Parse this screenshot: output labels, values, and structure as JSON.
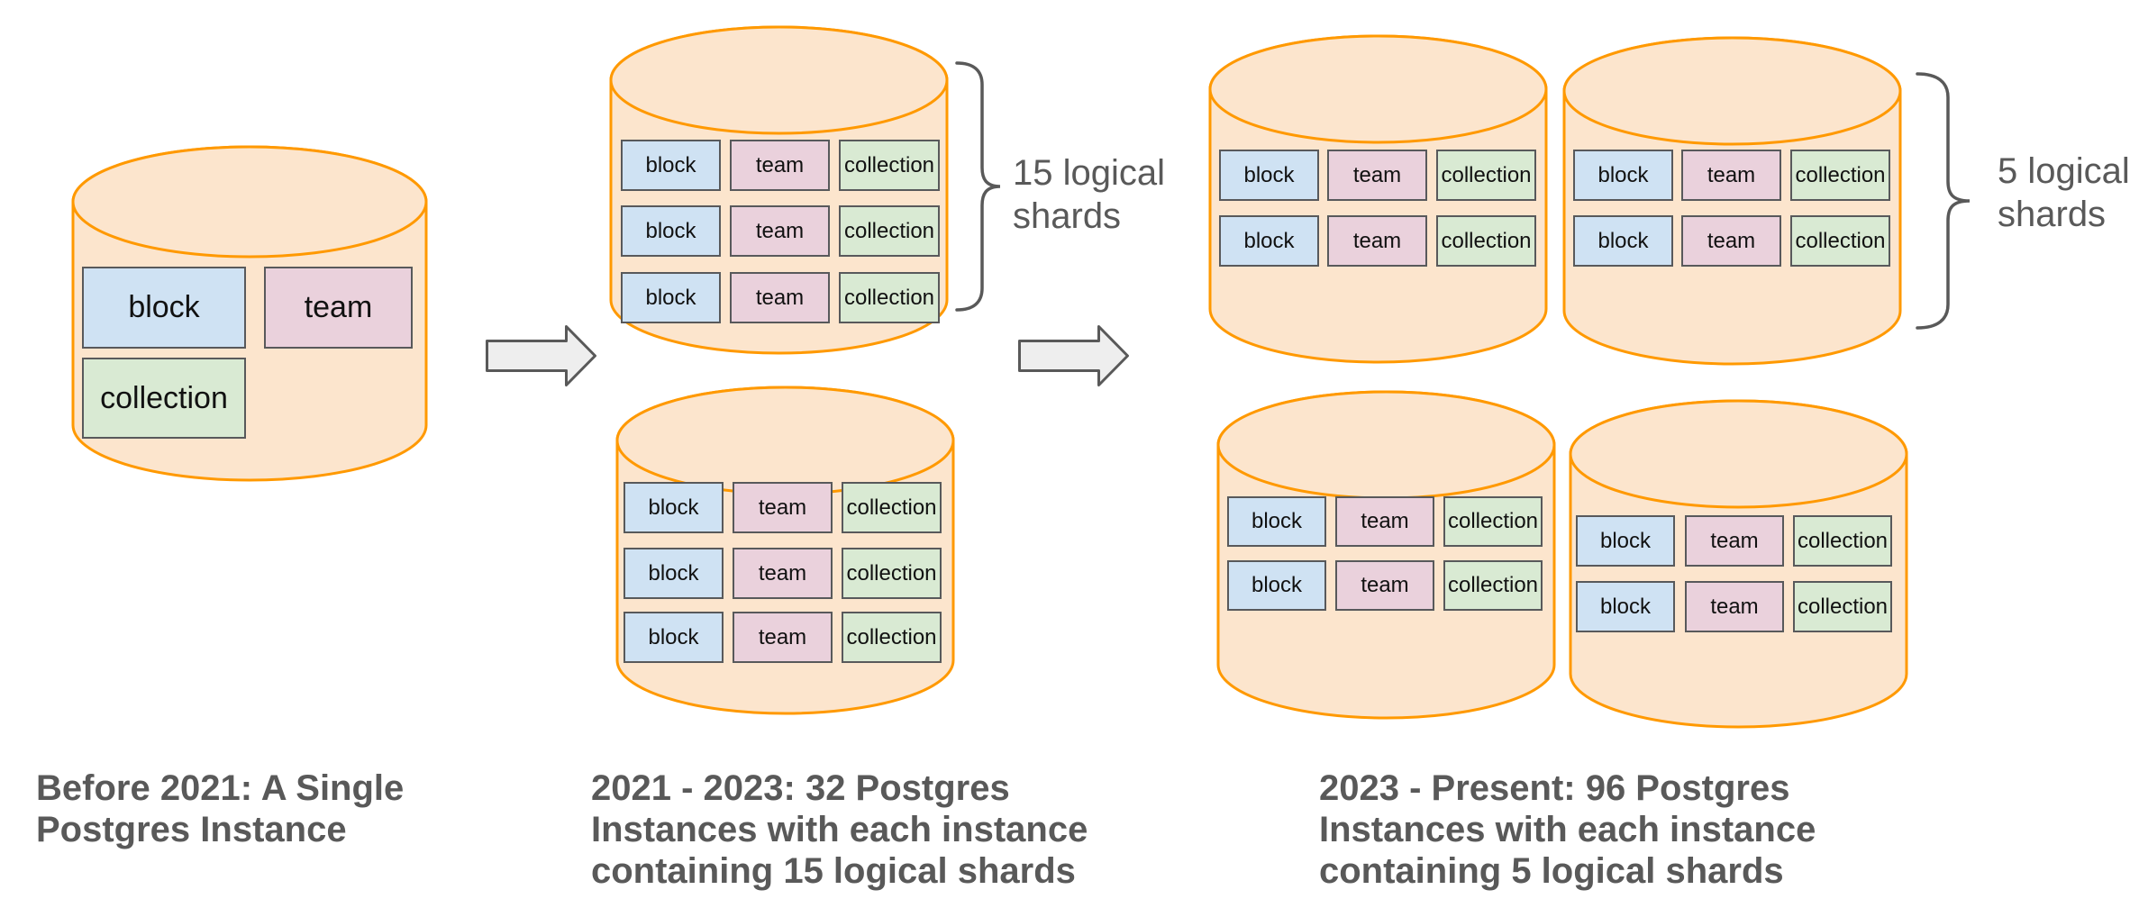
{
  "labels": {
    "block": "block",
    "team": "team",
    "collection": "collection"
  },
  "annotations": {
    "shards_15": [
      "15 logical",
      "shards"
    ],
    "shards_5": [
      "5 logical",
      "shards"
    ]
  },
  "captions": {
    "before_2021": [
      "Before 2021: A Single",
      "Postgres Instance"
    ],
    "era_2021_2023": [
      "2021 - 2023: 32 Postgres",
      "Instances with each instance",
      "containing 15 logical shards"
    ],
    "era_2023_present": [
      "2023 - Present: 96 Postgres",
      "Instances with each instance",
      "containing 5 logical shards"
    ]
  },
  "colors": {
    "background": "#FFFFFF",
    "cylinder_fill": "#FCE5CD",
    "cylinder_stroke": "#FF9900",
    "block_fill": "#CFE2F3",
    "team_fill": "#EAD1DC",
    "collection_fill": "#D9EAD3",
    "box_border": "#58595B",
    "box_text": "#111111",
    "gray_text": "#595959",
    "arrow_fill": "#EEEEEE",
    "arrow_stroke": "#595959",
    "brace_stroke": "#595959"
  }
}
